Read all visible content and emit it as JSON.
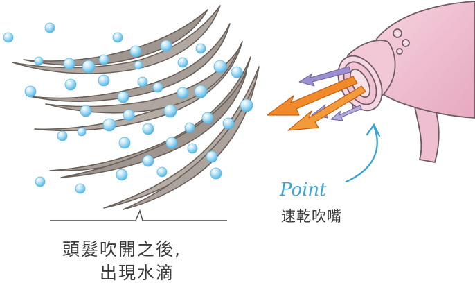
{
  "caption_left": {
    "line1": "頭髮吹開之後,",
    "line2": "出現水滴"
  },
  "caption_right": {
    "point_word": "Point",
    "label": "速乾吹嘴"
  },
  "colors": {
    "accent": "#3aa6d6",
    "hair": "#a79f98",
    "droplet": "#8fd0ef",
    "dryer": "#f0c4d3",
    "airflow_orange": "#f08a2a",
    "airflow_purple": "#9c8fcf"
  },
  "icons": [
    "hair-strands",
    "water-droplets",
    "hair-dryer",
    "airflow-arrows",
    "curved-arrow"
  ]
}
